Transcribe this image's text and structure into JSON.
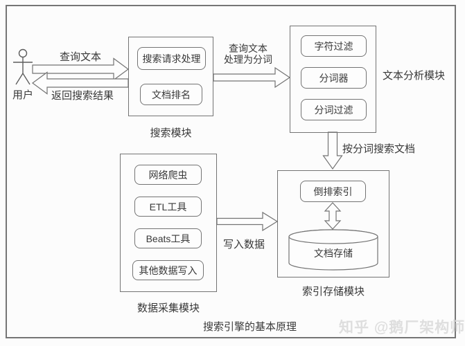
{
  "diagram": {
    "title": "搜索引擎的基本原理",
    "watermark": "知乎 @鹅厂架构师"
  },
  "actor": {
    "label": "用户"
  },
  "modules": {
    "search": {
      "label": "搜索模块",
      "items": [
        "搜索请求处理",
        "文档排名"
      ]
    },
    "analysis": {
      "label": "文本分析模块",
      "items": [
        "字符过滤",
        "分词器",
        "分词过滤"
      ]
    },
    "index_storage": {
      "label": "索引存储模块",
      "items": [
        "倒排索引",
        "文档存储"
      ]
    },
    "data_collection": {
      "label": "数据采集模块",
      "items": [
        "网络爬虫",
        "ETL工具",
        "Beats工具",
        "其他数据写入"
      ]
    }
  },
  "flows": {
    "query_text": "查询文本",
    "return_results": "返回搜索结果",
    "tokenize_line1": "查询文本",
    "tokenize_line2": "处理为分词",
    "search_by_tokens": "按分词搜索文档",
    "write_data": "写入数据"
  },
  "colors": {
    "line": "#737373",
    "text": "#383838",
    "watermark": "#dedede",
    "background": "#fcfcfc"
  }
}
